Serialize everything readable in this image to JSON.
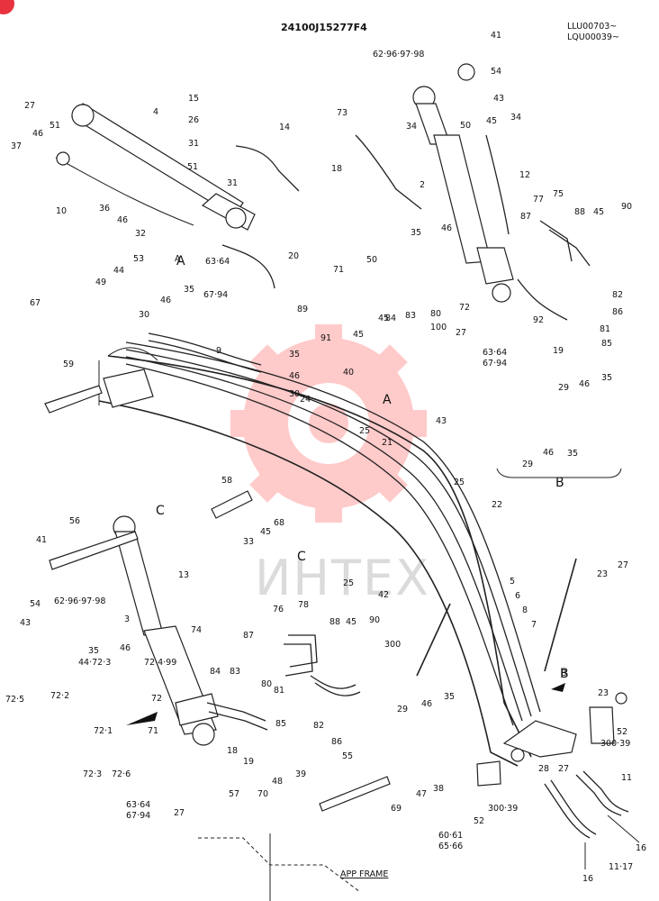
{
  "header": {
    "part_number": "24100J15277F4",
    "serial_line1": "LLU00703~",
    "serial_line2": "LQU00039~"
  },
  "watermark": {
    "text": "ИНТЕХ",
    "logo": "gear-logo"
  },
  "footer": {
    "app_frame": "APP FRAME"
  },
  "section_letters": [
    "A",
    "A",
    "B",
    "B",
    "C",
    "C"
  ],
  "labels": [
    "41",
    "62·96·97·98",
    "54",
    "43",
    "27",
    "4",
    "15",
    "26",
    "50",
    "45",
    "34",
    "73",
    "34",
    "51",
    "46",
    "31",
    "14",
    "37",
    "18",
    "2",
    "12",
    "10",
    "36",
    "46",
    "32",
    "51",
    "31",
    "77",
    "75",
    "88",
    "45",
    "90",
    "87",
    "35",
    "46",
    "A",
    "63·64",
    "67·94",
    "20",
    "53",
    "44",
    "71",
    "50",
    "49",
    "46",
    "35",
    "89",
    "84",
    "83",
    "80",
    "72",
    "92",
    "82",
    "86",
    "67",
    "30",
    "100",
    "45",
    "91",
    "45",
    "27",
    "81",
    "85",
    "63·64",
    "67·94",
    "19",
    "9",
    "59",
    "35",
    "46",
    "30",
    "24",
    "40",
    "29",
    "46",
    "35",
    "25",
    "21",
    "43",
    "58",
    "29",
    "46",
    "35",
    "25",
    "22",
    "56",
    "68",
    "45",
    "33",
    "41",
    "23",
    "25",
    "27",
    "42",
    "54",
    "62·96·97·98",
    "13",
    "43",
    "3",
    "300",
    "74",
    "87",
    "76",
    "78",
    "88",
    "45",
    "90",
    "35",
    "46",
    "44·72·3",
    "72·4·99",
    "84",
    "83",
    "72·5",
    "72·2",
    "72",
    "72·1",
    "81",
    "85",
    "80",
    "82",
    "86",
    "71",
    "18",
    "19",
    "29",
    "46",
    "35",
    "B",
    "23",
    "52",
    "300·39",
    "28",
    "27",
    "72·3",
    "72·6",
    "63·64",
    "67·94",
    "27",
    "57",
    "70",
    "48",
    "39",
    "55",
    "69",
    "47",
    "38",
    "60·61",
    "65·66",
    "52",
    "300·39",
    "11",
    "16",
    "16",
    "11·17",
    "5",
    "6",
    "8",
    "7"
  ]
}
